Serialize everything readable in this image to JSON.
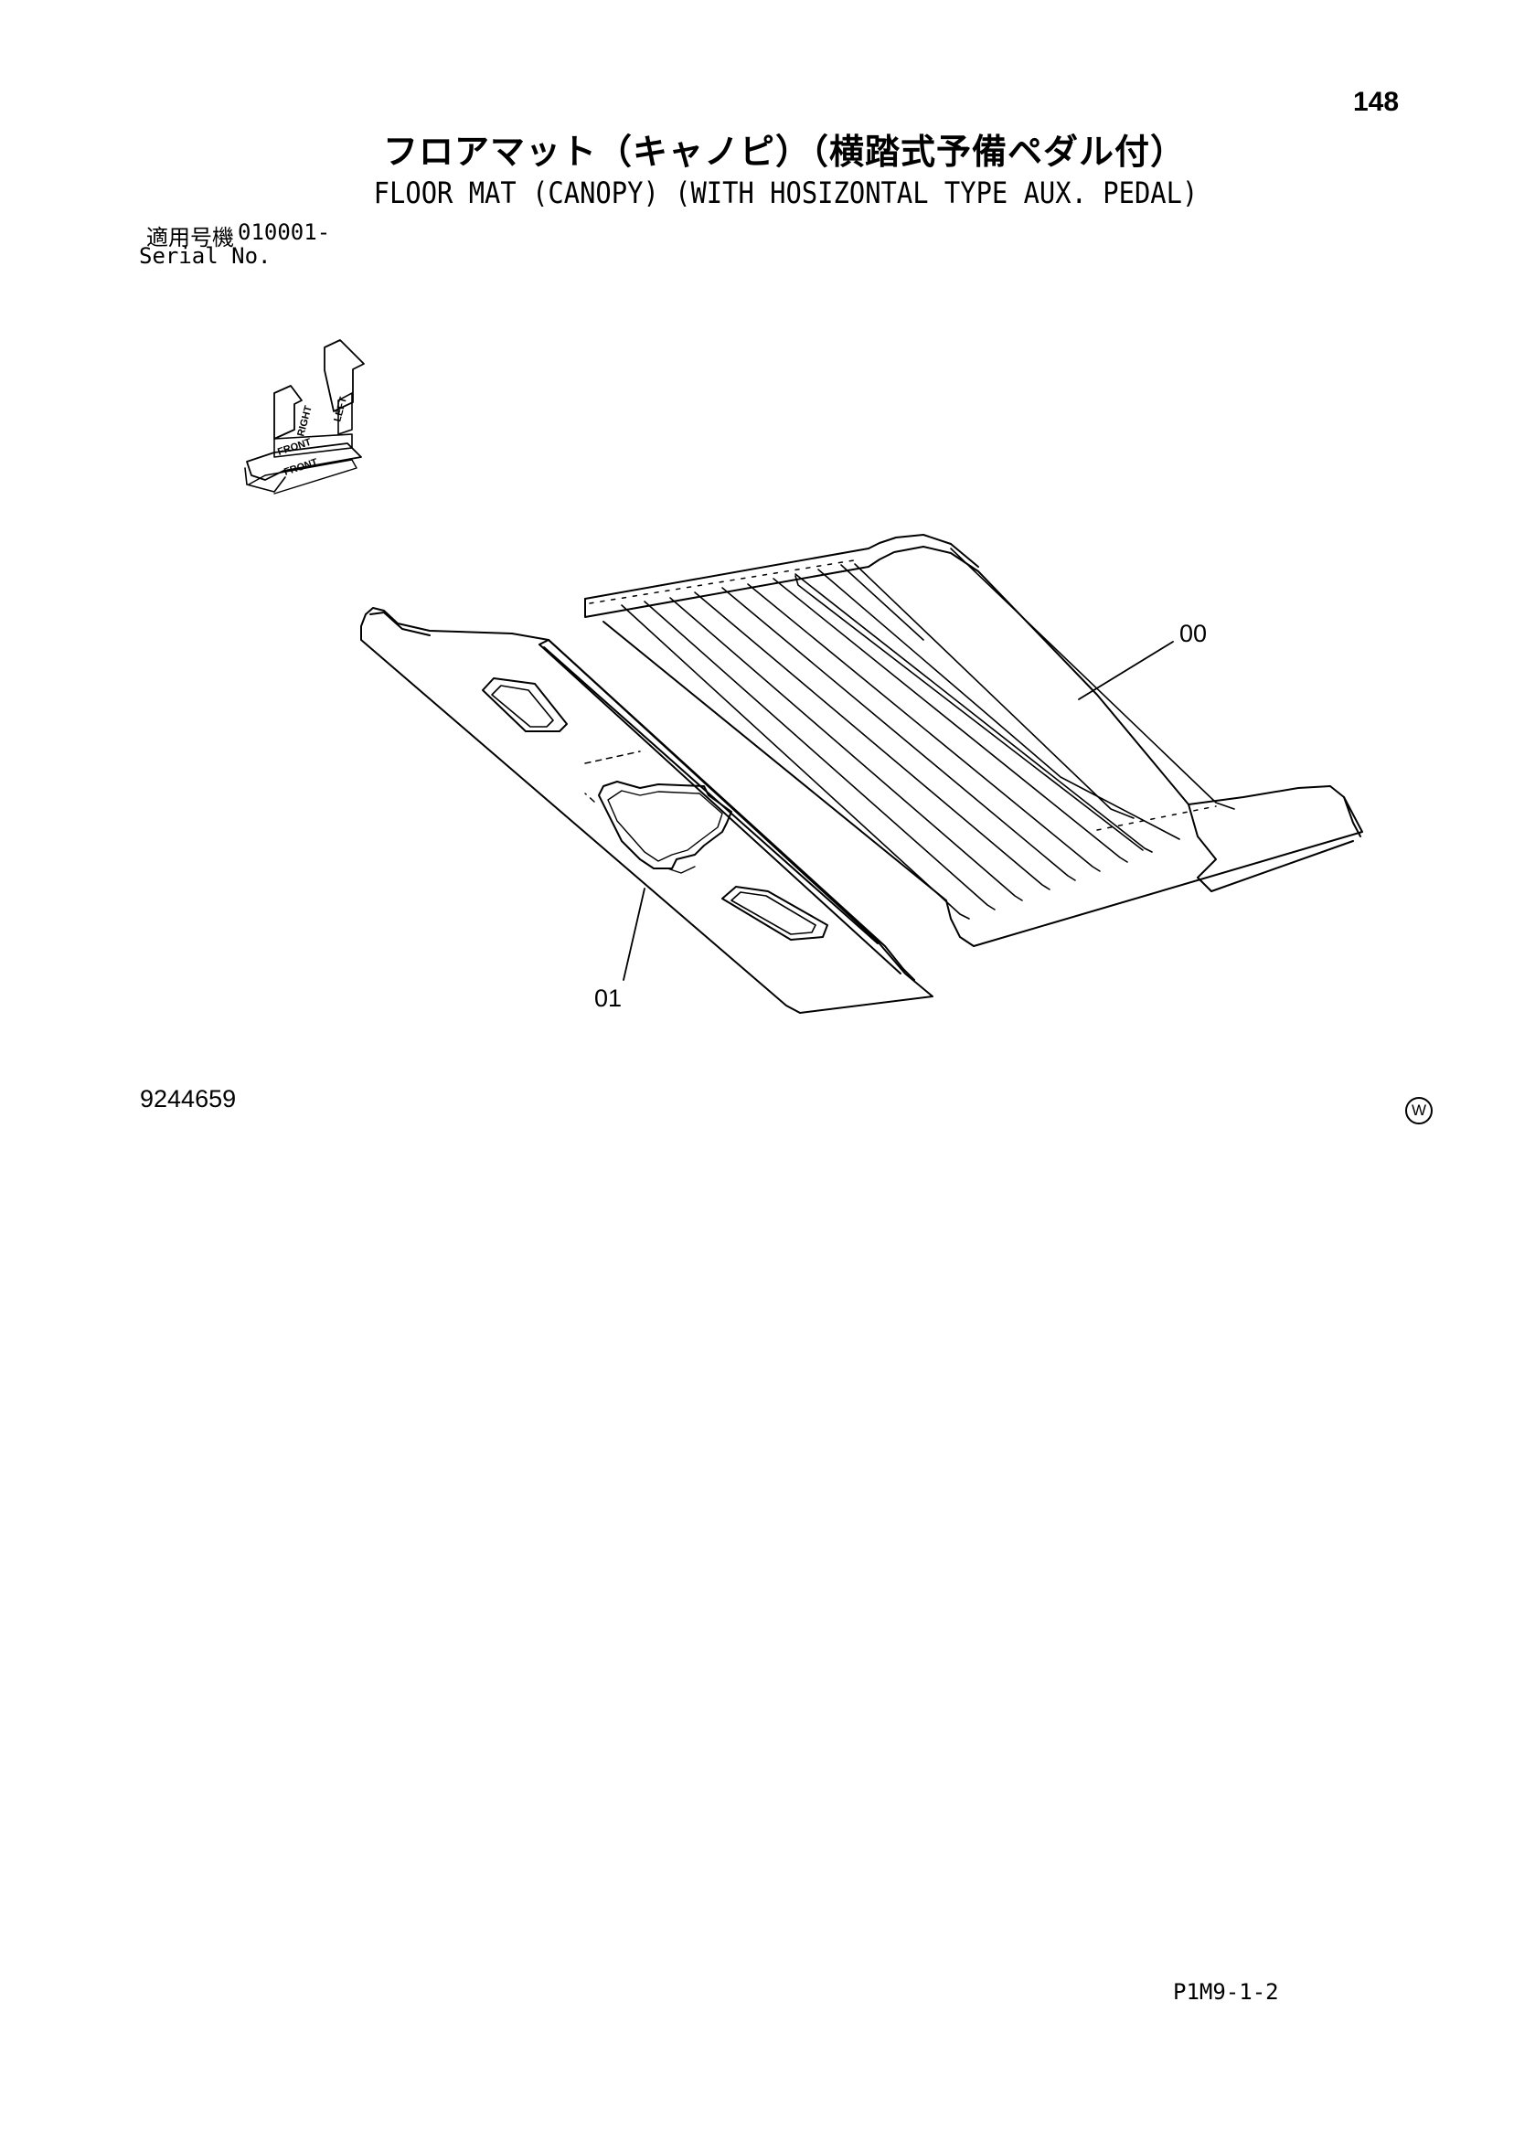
{
  "page": {
    "page_number": "148",
    "title_jp": "フロアマット（キャノピ）（横踏式予備ペダル付）",
    "title_en": "FLOOR MAT (CANOPY) (WITH HOSIZONTAL TYPE AUX. PEDAL)",
    "serial_label_jp": "適用号機",
    "serial_value": "010001-",
    "serial_label_en": "Serial No.",
    "drawing_number": "9244659",
    "footer_code": "P1M9-1-2",
    "mark": "W"
  },
  "diagram": {
    "orientation_labels": [
      "LEFT",
      "RIGHT",
      "FRONT",
      "FRONT"
    ],
    "callouts": [
      {
        "id": "00"
      },
      {
        "id": "01"
      }
    ]
  }
}
